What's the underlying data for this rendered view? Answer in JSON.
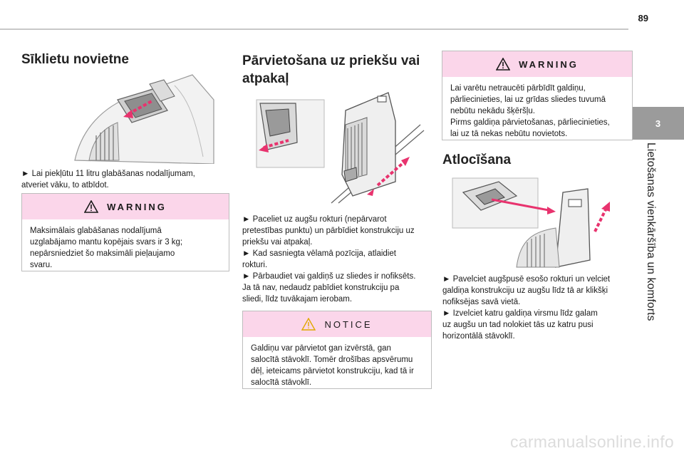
{
  "header": {
    "page_number": "89"
  },
  "sidebar": {
    "chapter_number": "3",
    "chapter_title": "Lietošanas vienkāršība un komforts"
  },
  "col1": {
    "heading": "Sīklietu novietne",
    "instructions": [
      "► Lai piekļūtu 11 litru glabāšanas nodalījumam,",
      "atveriet vāku, to atbīdot."
    ],
    "warning": {
      "label": "WARNING",
      "lines": [
        "Maksimālais glabāšanas nodalījumā",
        "uzglabājamo mantu kopējais svars ir 3 kg;",
        "nepārsniedziet šo maksimāli pieļaujamo",
        "svaru."
      ]
    }
  },
  "col2": {
    "heading_lines": [
      "Pārvietošana uz priekšu vai",
      "atpakaļ"
    ],
    "instructions": [
      "► Paceliet uz augšu rokturi (nepārvarot",
      "pretestības punktu) un pārbīdiet konstrukciju uz",
      "priekšu vai atpakaļ.",
      "► Kad sasniegta vēlamā pozīcija, atlaidiet",
      "rokturi.",
      "► Pārbaudiet vai galdiņš uz sliedes ir nofiksēts.",
      "Ja tā nav, nedaudz pabīdiet konstrukciju pa",
      "sliedi, līdz tuvākajam ierobam."
    ],
    "notice": {
      "label": "NOTICE",
      "lines": [
        "Galdiņu var pārvietot gan izvērstā, gan",
        "salocītā stāvoklī. Tomēr drošības apsvērumu",
        "dēļ, ieteicams pārvietot konstrukciju, kad tā ir",
        "salocītā stāvoklī."
      ]
    }
  },
  "col3": {
    "warning": {
      "label": "WARNING",
      "lines": [
        "Lai varētu netraucēti pārbīdīt galdiņu,",
        "pārliecinieties, lai uz grīdas sliedes tuvumā",
        "nebūtu nekādu šķēršļu.",
        "Pirms galdiņa pārvietošanas, pārliecinieties,",
        "lai uz tā nekas nebūtu novietots."
      ]
    },
    "heading": "Atlocīšana",
    "instructions": [
      "► Pavelciet augšpusē esošo rokturi un velciet",
      "galdiņa konstrukciju uz augšu līdz tā ar klikšķi",
      "nofiksējas savā vietā.",
      "► Izvelciet katru galdiņa virsmu līdz galam",
      "uz augšu un tad nolokiet tās uz katru pusi",
      "horizontālā stāvoklī."
    ]
  },
  "footer": {
    "watermark": "carmanualsonline.info"
  },
  "colors": {
    "warning_head_bg": "#fbd6ea",
    "warning_icon": "#1a1a1a",
    "notice_icon": "#e0a800",
    "chapter_tab": "#9b9b9b",
    "arrow": "#e8336e"
  }
}
